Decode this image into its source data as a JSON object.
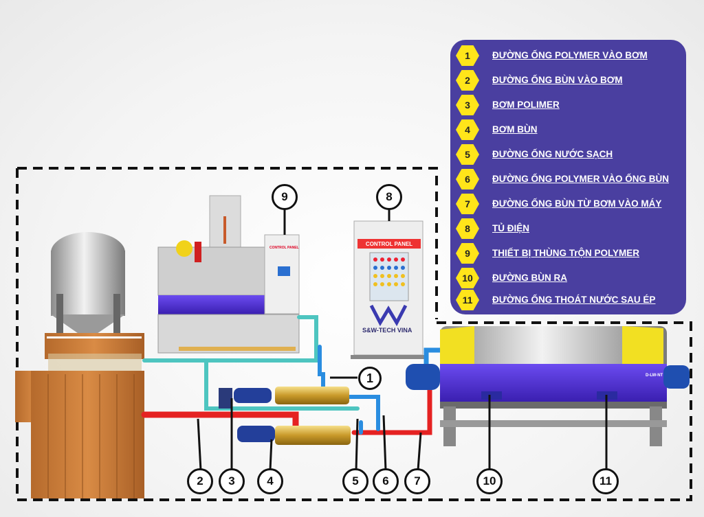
{
  "legend": {
    "items": [
      {
        "num": "1",
        "label": "ĐƯỜNG ỐNG POLYMER VÀO BƠM"
      },
      {
        "num": "2",
        "label": "ĐƯỜNG ỐNG BÙN VÀO BƠM"
      },
      {
        "num": "3",
        "label": "BƠM POLIMER"
      },
      {
        "num": "4",
        "label": "BƠM BÙN"
      },
      {
        "num": "5",
        "label": "ĐƯỜNG ỐNG NƯỚC SẠCH"
      },
      {
        "num": "6",
        "label": "ĐƯỜNG ỐNG POLYMER VÀO ỐNG BÙN"
      },
      {
        "num": "7",
        "label": "ĐƯỜNG ỐNG BÙN TỪ BƠM VÀO MÁY"
      },
      {
        "num": "8",
        "label": "TỦ ĐIỆN"
      },
      {
        "num": "9",
        "label": "THIẾT BỊ THÙNG TrỘN POLYMER"
      },
      {
        "num": "10",
        "label": "ĐƯỜNG BÙN RA"
      },
      {
        "num": "11",
        "label": "ĐƯỜNG ỐNG THOÁT NƯỚC SAU ÉP"
      }
    ]
  },
  "callouts": {
    "c1": "1",
    "c2": "2",
    "c3": "3",
    "c4": "4",
    "c5": "5",
    "c6": "6",
    "c7": "7",
    "c8": "8",
    "c9": "9",
    "c10": "10",
    "c11": "11"
  },
  "equipment": {
    "control_panel_title": "CONTROL PANEL",
    "brand": "S&W-TECH VINA",
    "mixer_label": "CONTROL PANEL",
    "decanter_model": "D-LW-NT"
  },
  "colors": {
    "legend_bg": "#4a3fa0",
    "hex_badge": "#ffe51a",
    "sludge_pipe": "#e52222",
    "polymer_pipe": "#4ec5c0",
    "clean_water_pipe": "#2a8de0",
    "decanter_body": "#5b3fd6",
    "decanter_cover": "#f2e022"
  }
}
